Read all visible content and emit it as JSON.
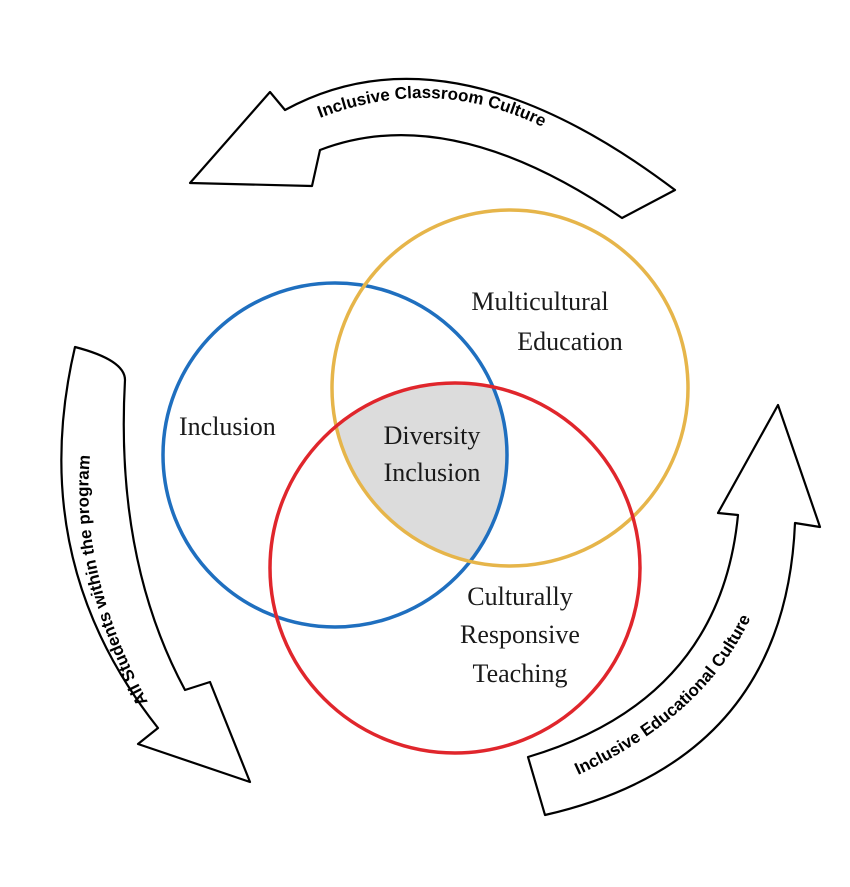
{
  "circles": {
    "inclusion": {
      "label": "Inclusion",
      "color": "#1f6fbf"
    },
    "multicultural": {
      "label_line1": "Multicultural",
      "label_line2": "Education",
      "color": "#e6b54a"
    },
    "crt": {
      "label_line1": "Culturally",
      "label_line2": "Responsive",
      "label_line3": "Teaching",
      "color": "#e0262c"
    }
  },
  "center": {
    "label_line1": "Diversity",
    "label_line2": "Inclusion",
    "fill": "#dcdcdc"
  },
  "arrows": {
    "top": {
      "label": "Inclusive Classroom Culture"
    },
    "left": {
      "label": "All Students within the program"
    },
    "right": {
      "label": "Inclusive Educational Culture"
    }
  }
}
